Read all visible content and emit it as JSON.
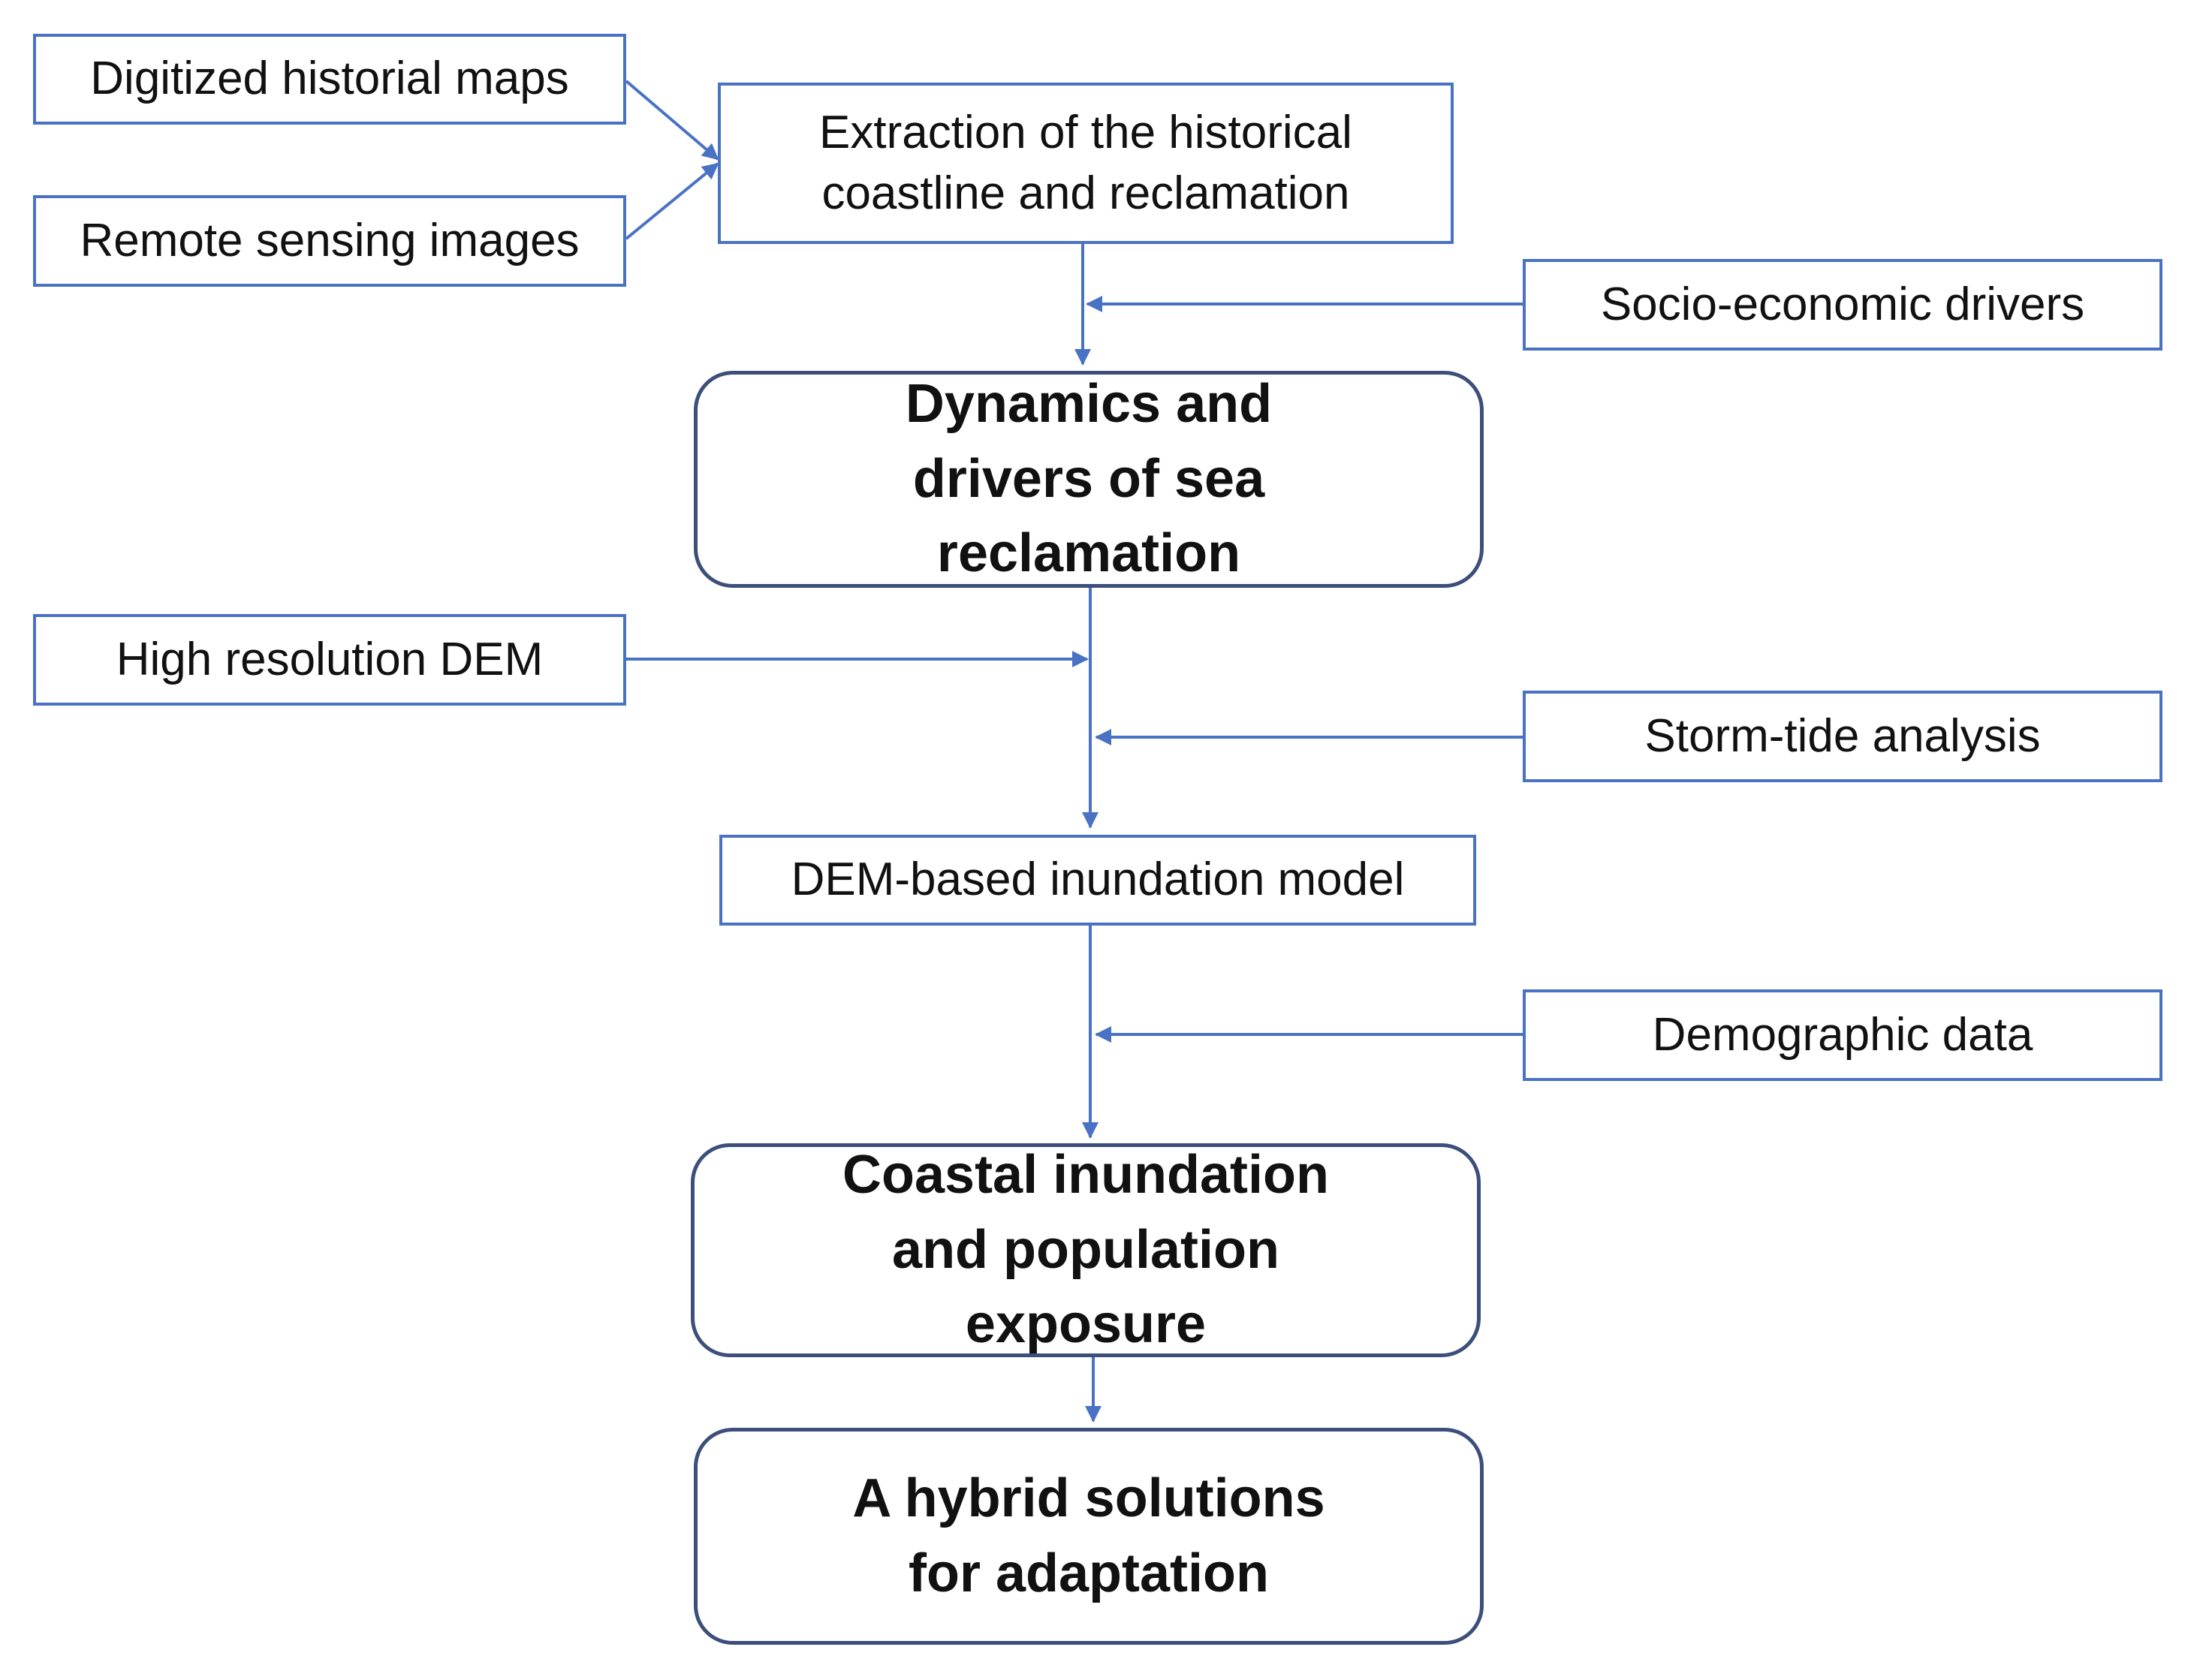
{
  "colors": {
    "input_border": "#4a72c4",
    "stage_border": "#3b4f7a",
    "connector": "#4a72c4",
    "text": "#111111",
    "background": "#ffffff"
  },
  "nodes": {
    "digitized_maps": "Digitized historial maps",
    "remote_sensing": "Remote sensing images",
    "extraction": "Extraction of the historical coastline and reclamation",
    "socio_economic": "Socio-economic drivers",
    "dynamics": "Dynamics and drivers of sea reclamation",
    "high_res_dem": "High resolution DEM",
    "storm_tide": "Storm-tide analysis",
    "dem_model": "DEM-based inundation model",
    "demographic": "Demographic data",
    "inundation_exposure": "Coastal inundation and population exposure",
    "hybrid_solutions": "A hybrid solutions for adaptation"
  },
  "edges": [
    {
      "from": "digitized_maps",
      "to": "extraction"
    },
    {
      "from": "remote_sensing",
      "to": "extraction"
    },
    {
      "from": "extraction",
      "to": "dynamics"
    },
    {
      "from": "socio_economic",
      "to": "extraction-dynamics-link"
    },
    {
      "from": "dynamics",
      "to": "dem_model"
    },
    {
      "from": "high_res_dem",
      "to": "dynamics-dem_model-link"
    },
    {
      "from": "storm_tide",
      "to": "dynamics-dem_model-link"
    },
    {
      "from": "dem_model",
      "to": "inundation_exposure"
    },
    {
      "from": "demographic",
      "to": "dem_model-inundation_exposure-link"
    },
    {
      "from": "inundation_exposure",
      "to": "hybrid_solutions"
    }
  ]
}
